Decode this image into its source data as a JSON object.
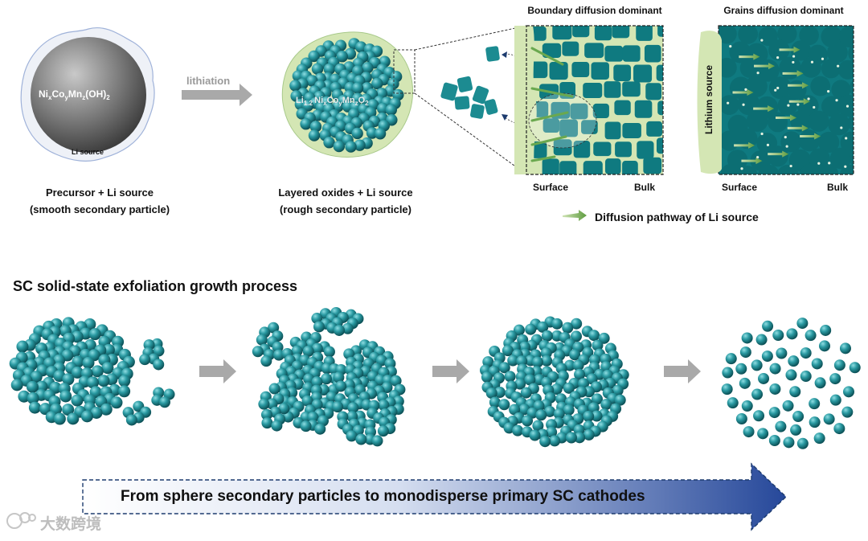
{
  "top": {
    "precursor_formula": {
      "el1": "Ni",
      "x": "x",
      "el2": "Co",
      "y": "y",
      "el3": "Mn",
      "z": "z",
      "tail": "(OH)",
      "sub2": "2"
    },
    "li_source_label": "Li source",
    "lithiation_label": "lithiation",
    "layered_formula": {
      "el0": "Li",
      "s0": "1.2",
      "el1": "Ni",
      "s1": "x",
      "el2": "Co",
      "s2": "y",
      "el3": "Mn",
      "s3": "z",
      "el4": "O",
      "s4": "2"
    },
    "caption_left_line1": "Precursor + Li source",
    "caption_left_line2": "(smooth secondary particle)",
    "caption_mid_line1": "Layered oxides + Li source",
    "caption_mid_line2": "(rough secondary particle)"
  },
  "panels": {
    "boundary_title": "Boundary diffusion dominant",
    "grains_title": "Grains diffusion dominant",
    "lithium_source_label": "Lithium source",
    "surface_label": "Surface",
    "bulk_label": "Bulk",
    "legend_text": "Diffusion pathway of Li source"
  },
  "bottom": {
    "section_title": "SC solid-state exfoliation growth process",
    "banner_text": "From sphere secondary particles to monodisperse primary SC cathodes"
  },
  "watermark_text": "大数跨境",
  "colors": {
    "teal": "#1c8b91",
    "teal_dark": "#0c6e73",
    "halo": "#d4e6b4",
    "arrow_grey": "#a9a9a9",
    "green_arrow": "#6aa84f",
    "banner_dark": "#244a9a"
  }
}
